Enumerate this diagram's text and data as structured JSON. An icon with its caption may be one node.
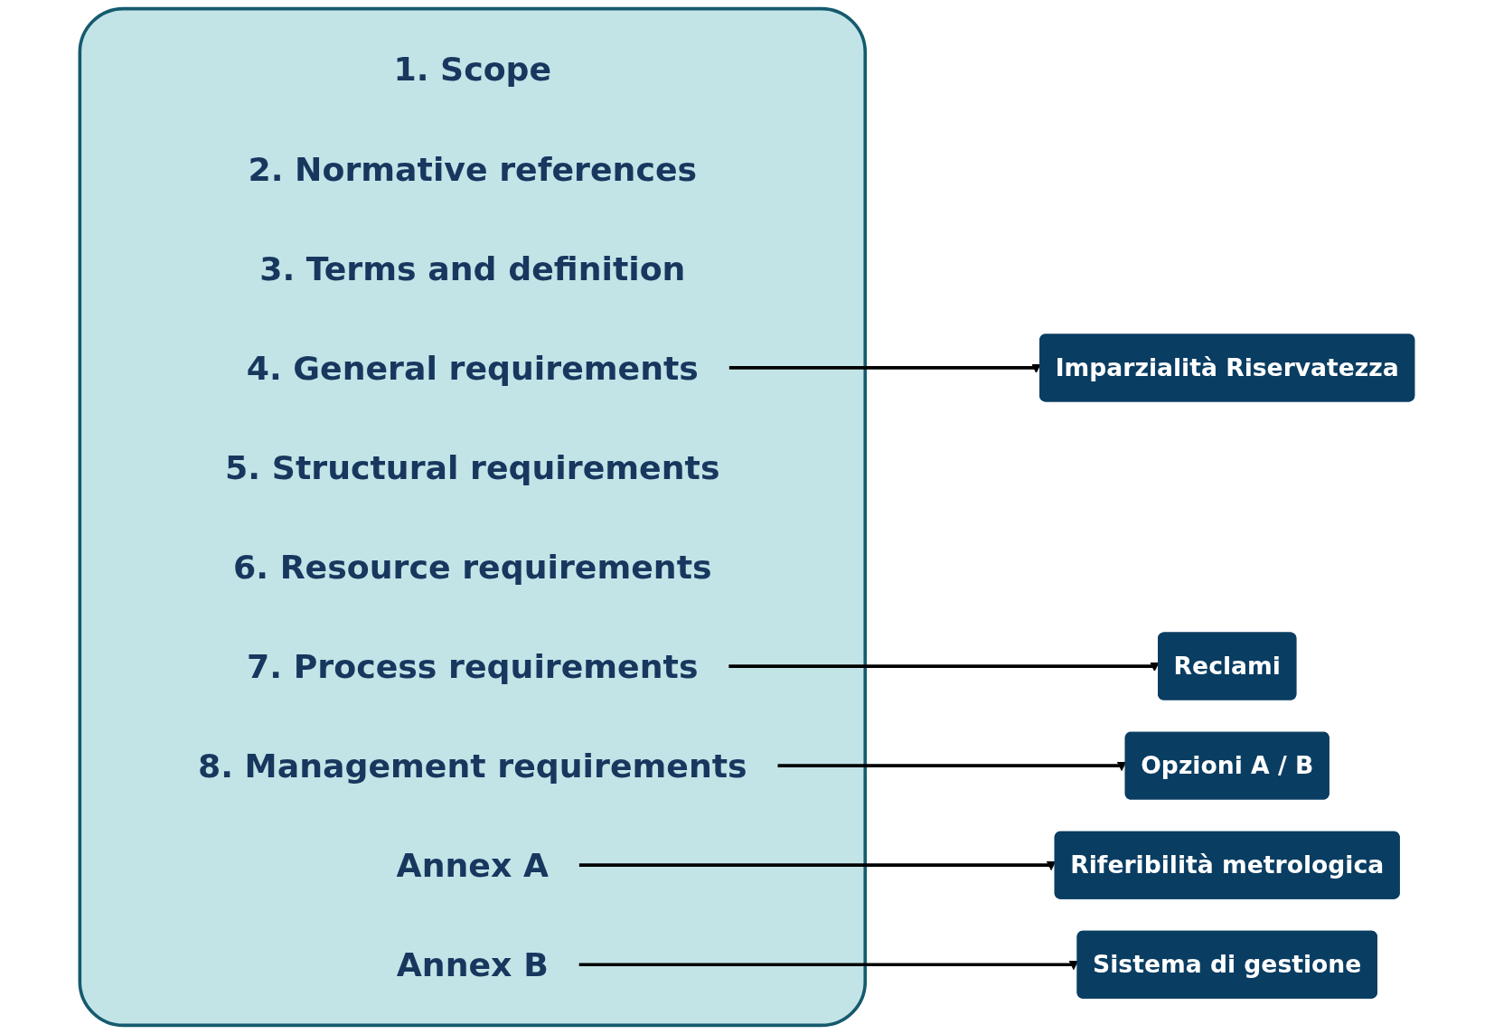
{
  "diagram": {
    "nodes": [
      {
        "text": [],
        "shape": "box"
      },
      {
        "text": [
          "1. Scope"
        ],
        "in": 0
      },
      {
        "text": [
          "2. Normative references"
        ],
        "in": 0
      },
      {
        "text": [
          "3. Terms and definition"
        ],
        "in": 0
      },
      {
        "text": [
          "4. General requirements"
        ],
        "in": 0
      },
      {
        "text": [
          "5. Structural requirements"
        ],
        "in": 0
      },
      {
        "text": [
          "6. Resource requirements"
        ],
        "in": 0
      },
      {
        "text": [
          "7. Process requirements"
        ],
        "in": 0
      },
      {
        "text": [
          "8. Management requirements"
        ],
        "in": 0
      },
      {
        "text": [
          "Annex A"
        ],
        "in": 0
      },
      {
        "text": [
          "Annex B"
        ],
        "in": 0
      },
      {
        "text": [
          "Imparzialità Riservatezza"
        ]
      },
      {
        "text": [
          "Reclami"
        ]
      },
      {
        "text": [
          "Opzioni A / B"
        ]
      },
      {
        "text": [
          "Riferibilità metrologica"
        ]
      },
      {
        "text": [
          "Sistema di gestione"
        ]
      }
    ],
    "edges": [
      {
        "from": 4,
        "to": 11,
        "arrow": "to"
      },
      {
        "from": 7,
        "to": 12,
        "arrow": "to"
      },
      {
        "from": 8,
        "to": 13,
        "arrow": "to"
      },
      {
        "from": 9,
        "to": 14,
        "arrow": "to"
      },
      {
        "from": 10,
        "to": 15,
        "arrow": "to"
      }
    ]
  }
}
